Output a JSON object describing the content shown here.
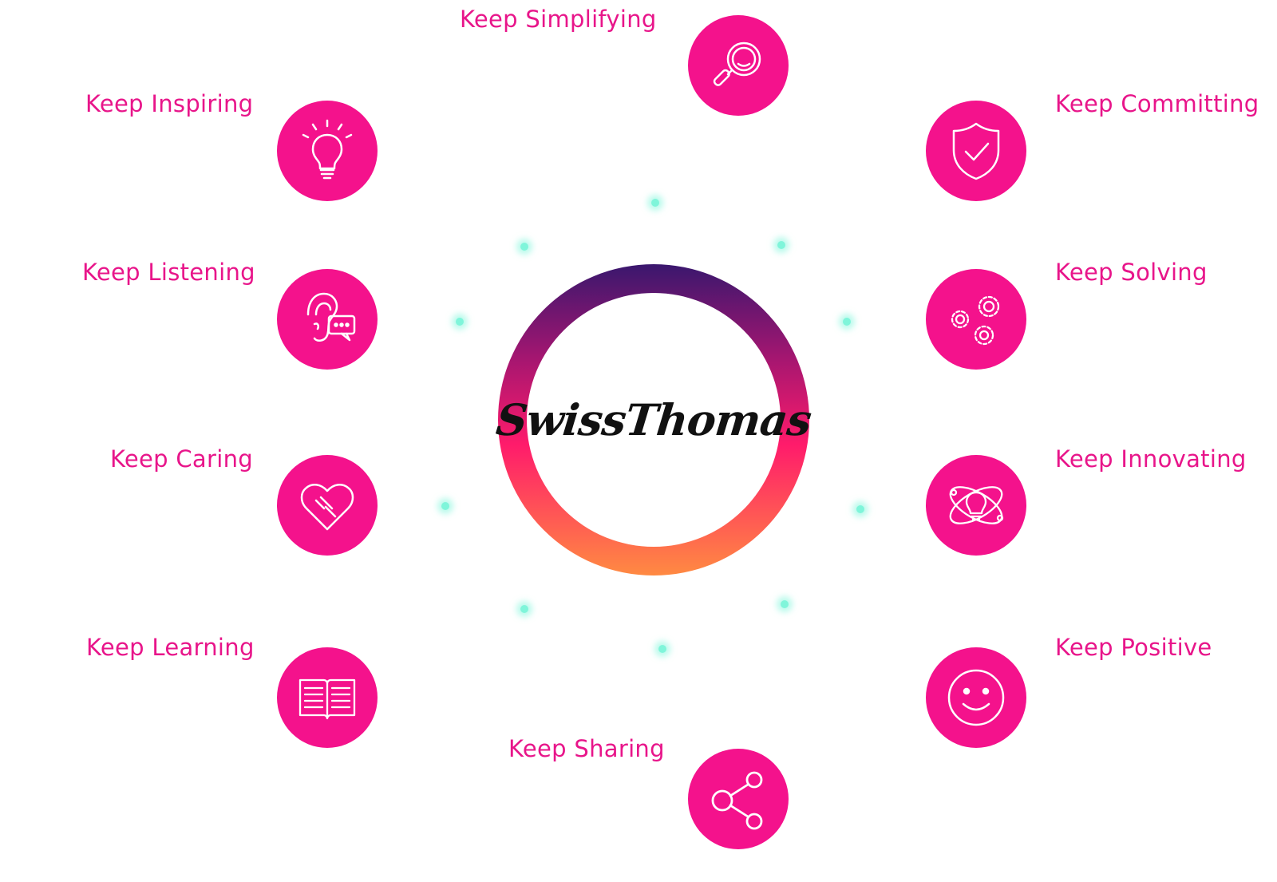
{
  "brand": {
    "name": "SwissThomas"
  },
  "colors": {
    "badge": "#f4128c",
    "label": "#e8158a",
    "dot": "#7ff5da"
  },
  "values": [
    {
      "label": "Keep Simplifying",
      "icon": "magnifier-icon"
    },
    {
      "label": "Keep Inspiring",
      "icon": "lightbulb-icon"
    },
    {
      "label": "Keep Committing",
      "icon": "shield-check-icon"
    },
    {
      "label": "Keep Listening",
      "icon": "ear-chat-icon"
    },
    {
      "label": "Keep Solving",
      "icon": "gears-icon"
    },
    {
      "label": "Keep Caring",
      "icon": "heart-handshake-icon"
    },
    {
      "label": "Keep Innovating",
      "icon": "atom-bulb-icon"
    },
    {
      "label": "Keep Learning",
      "icon": "open-book-icon"
    },
    {
      "label": "Keep Positive",
      "icon": "smiley-icon"
    },
    {
      "label": "Keep Sharing",
      "icon": "share-icon"
    }
  ]
}
